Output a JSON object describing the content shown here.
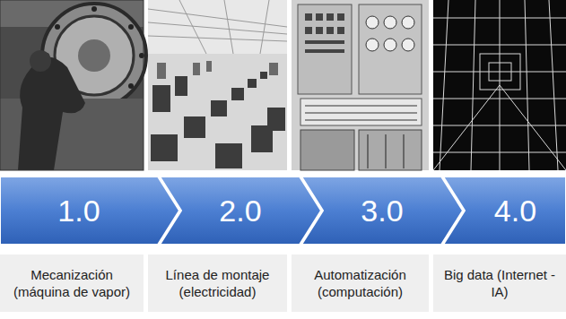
{
  "diagram": {
    "nodes": [
      {
        "text": [
          "1.0"
        ]
      },
      {
        "text": [
          "2.0"
        ]
      },
      {
        "text": [
          "3.0"
        ]
      },
      {
        "text": [
          "4.0"
        ]
      },
      {
        "text": [
          "Mecanización (máquina de vapor)"
        ]
      },
      {
        "text": [
          "Línea de montaje (electricidad)"
        ]
      },
      {
        "text": [
          "Automatización (computación)"
        ]
      },
      {
        "text": [
          "Big data (Internet - IA)"
        ]
      }
    ]
  }
}
